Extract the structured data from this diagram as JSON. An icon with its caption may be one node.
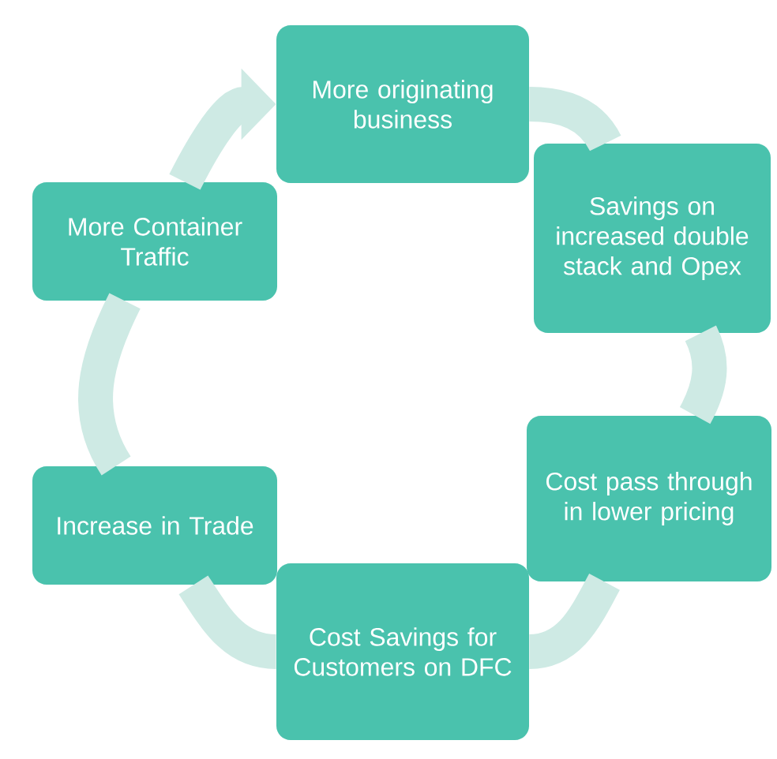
{
  "diagram": {
    "nodes": [
      {
        "text": [
          "More originating business"
        ]
      },
      {
        "text": [
          "Savings on increased double stack and Opex"
        ]
      },
      {
        "text": [
          "Cost pass through in lower pricing"
        ]
      },
      {
        "text": [
          "Cost Savings for Customers on DFC"
        ]
      },
      {
        "text": [
          "Increase in Trade"
        ]
      },
      {
        "text": [
          "More Container Traffic"
        ]
      }
    ],
    "edges": [
      {
        "from": 0,
        "to": 1,
        "arrow": "none"
      },
      {
        "from": 1,
        "to": 2,
        "arrow": "none"
      },
      {
        "from": 2,
        "to": 3,
        "arrow": "none"
      },
      {
        "from": 3,
        "to": 4,
        "arrow": "none"
      },
      {
        "from": 4,
        "to": 5,
        "arrow": "none"
      },
      {
        "from": 5,
        "to": 0,
        "arrow": "to"
      }
    ]
  }
}
